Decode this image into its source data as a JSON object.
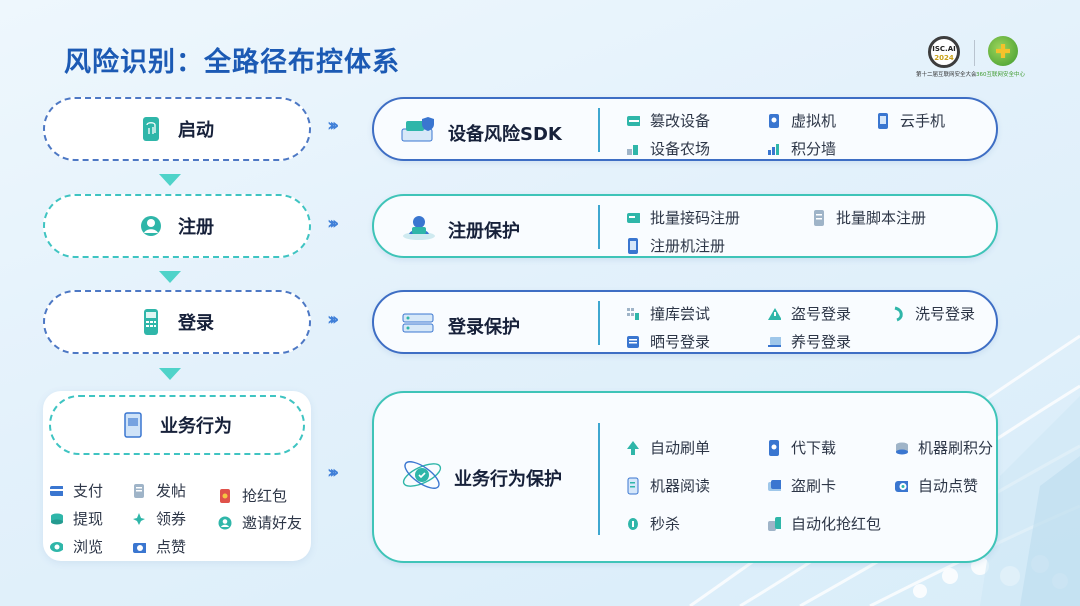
{
  "title": "风险识别：全路径布控体系",
  "logos": {
    "isc_label": "ISC.AI",
    "isc_year": "2024",
    "isc_caption": "第十二届互联网安全大会",
    "center_caption": "360互联网安全中心"
  },
  "stages": [
    {
      "label": "启动",
      "icon": "fingerprint-phone-icon"
    },
    {
      "label": "注册",
      "icon": "user-badge-icon"
    },
    {
      "label": "登录",
      "icon": "phone-keypad-icon"
    },
    {
      "label": "业务行为",
      "icon": "document-tablet-icon"
    }
  ],
  "business_actions": [
    {
      "label": "支付",
      "icon": "card-icon"
    },
    {
      "label": "发帖",
      "icon": "post-icon"
    },
    {
      "label": "抢红包",
      "icon": "red-packet-icon"
    },
    {
      "label": "提现",
      "icon": "coins-icon"
    },
    {
      "label": "领券",
      "icon": "coupon-icon"
    },
    {
      "label": "邀请好友",
      "icon": "invite-user-icon"
    },
    {
      "label": "浏览",
      "icon": "eye-icon"
    },
    {
      "label": "点赞",
      "icon": "thumb-up-icon"
    }
  ],
  "categories": [
    {
      "title": "设备风险SDK",
      "items": [
        {
          "label": "篡改设备",
          "icon": "tamper-device-icon"
        },
        {
          "label": "虚拟机",
          "icon": "virtual-machine-icon"
        },
        {
          "label": "云手机",
          "icon": "cloud-phone-icon"
        },
        {
          "label": "设备农场",
          "icon": "device-farm-icon"
        },
        {
          "label": "积分墙",
          "icon": "bar-chart-icon"
        }
      ]
    },
    {
      "title": "注册保护",
      "items": [
        {
          "label": "批量接码注册",
          "icon": "sms-code-icon"
        },
        {
          "label": "批量脚本注册",
          "icon": "script-icon"
        },
        {
          "label": "注册机注册",
          "icon": "phone-icon"
        }
      ]
    },
    {
      "title": "登录保护",
      "items": [
        {
          "label": "撞库尝试",
          "icon": "database-icon"
        },
        {
          "label": "盗号登录",
          "icon": "warning-icon"
        },
        {
          "label": "洗号登录",
          "icon": "rotate-icon"
        },
        {
          "label": "晒号登录",
          "icon": "window-icon"
        },
        {
          "label": "养号登录",
          "icon": "laptop-icon"
        }
      ]
    },
    {
      "title": "业务行为保护",
      "items": [
        {
          "label": "自动刷单",
          "icon": "cursor-icon"
        },
        {
          "label": "代下载",
          "icon": "download-phone-icon"
        },
        {
          "label": "机器刷积分",
          "icon": "robot-coins-icon"
        },
        {
          "label": "机器阅读",
          "icon": "reader-icon"
        },
        {
          "label": "盗刷卡",
          "icon": "card-swipe-icon"
        },
        {
          "label": "自动点赞",
          "icon": "auto-like-icon"
        },
        {
          "label": "秒杀",
          "icon": "flash-sale-icon"
        },
        {
          "label": "自动化抢红包",
          "icon": "auto-redpacket-icon"
        }
      ]
    }
  ],
  "colors": {
    "title": "#1c5ab4",
    "blue_border": "#3e6ec4",
    "teal_border": "#3fc4b8",
    "arrow": "#4fd3c9",
    "icon_teal": "#2fb6a9",
    "icon_blue": "#3a76d0"
  }
}
